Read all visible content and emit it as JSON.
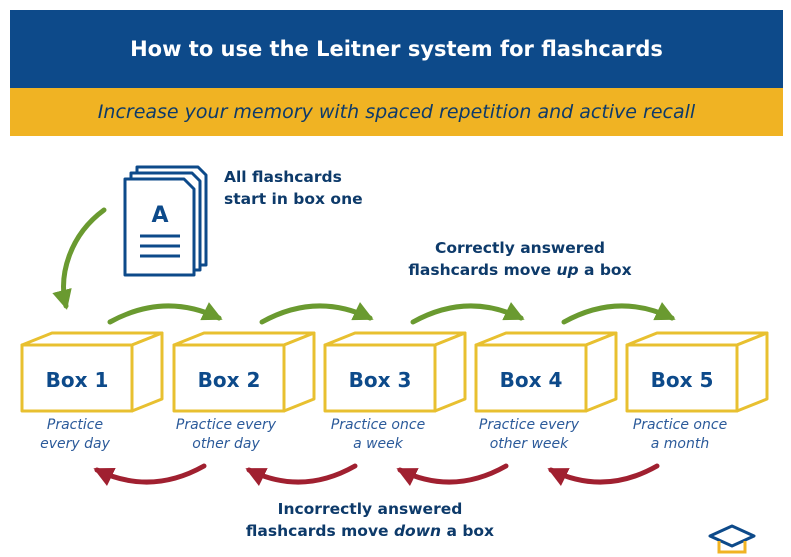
{
  "header": {
    "title": "How to use the Leitner system for flashcards"
  },
  "subheader": {
    "tagline": "Increase your memory with spaced repetition and active recall"
  },
  "start_card": {
    "letter": "A",
    "label_line1": "All flashcards",
    "label_line2": "start in box one"
  },
  "correct": {
    "line1": "Correctly answered",
    "line2_pre": "flashcards move ",
    "line2_em": "up",
    "line2_post": " a box"
  },
  "incorrect": {
    "line1": "Incorrectly answered",
    "line2_pre": "flashcards move ",
    "line2_em": "down",
    "line2_post": " a box"
  },
  "boxes": [
    {
      "label": "Box 1",
      "note_line1": "Practice",
      "note_line2": "every day"
    },
    {
      "label": "Box 2",
      "note_line1": "Practice every",
      "note_line2": "other day"
    },
    {
      "label": "Box 3",
      "note_line1": "Practice once",
      "note_line2": "a week"
    },
    {
      "label": "Box 4",
      "note_line1": "Practice every",
      "note_line2": "other week"
    },
    {
      "label": "Box 5",
      "note_line1": "Practice once",
      "note_line2": "a month"
    }
  ],
  "colors": {
    "header_bg": "#0d4a8a",
    "subheader_bg": "#f0b323",
    "box_outline": "#e8c030",
    "up_arrow": "#6a9a30",
    "down_arrow": "#a02030",
    "text_dark": "#0d3a6a"
  },
  "icons": [
    "flashcard-stack-icon",
    "graduation-cap-icon"
  ]
}
